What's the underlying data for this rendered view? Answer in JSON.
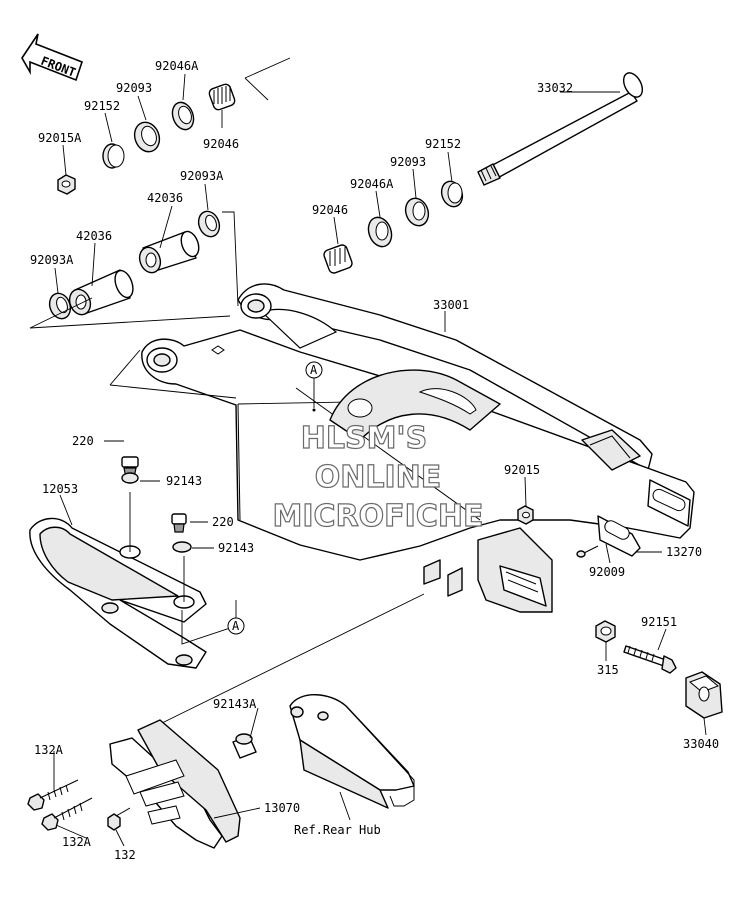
{
  "front_badge": "FRONT",
  "watermark": [
    "HLSM'S",
    "ONLINE",
    "MICROFICHE"
  ],
  "ref_marker": "A",
  "ref_note": "Ref.Rear Hub",
  "labels": {
    "p92046A_top": "92046A",
    "p92093_top": "92093",
    "p92152_top": "92152",
    "p92015A": "92015A",
    "p92046_top": "92046",
    "p92093A_top": "92093A",
    "p42036_top": "42036",
    "p42036_left": "42036",
    "p92093A_left": "92093A",
    "p33032": "33032",
    "p92152_right": "92152",
    "p92093_right": "92093",
    "p92046A_right": "92046A",
    "p92046_right": "92046",
    "p33001": "33001",
    "p220_a": "220",
    "p92143_a": "92143",
    "p12053": "12053",
    "p220_b": "220",
    "p92143_b": "92143",
    "p92015": "92015",
    "p13270": "13270",
    "p92009": "92009",
    "p92151": "92151",
    "p315": "315",
    "p33040": "33040",
    "p92143A": "92143A",
    "p132A_a": "132A",
    "p132A_b": "132A",
    "p132": "132",
    "p13070": "13070"
  }
}
